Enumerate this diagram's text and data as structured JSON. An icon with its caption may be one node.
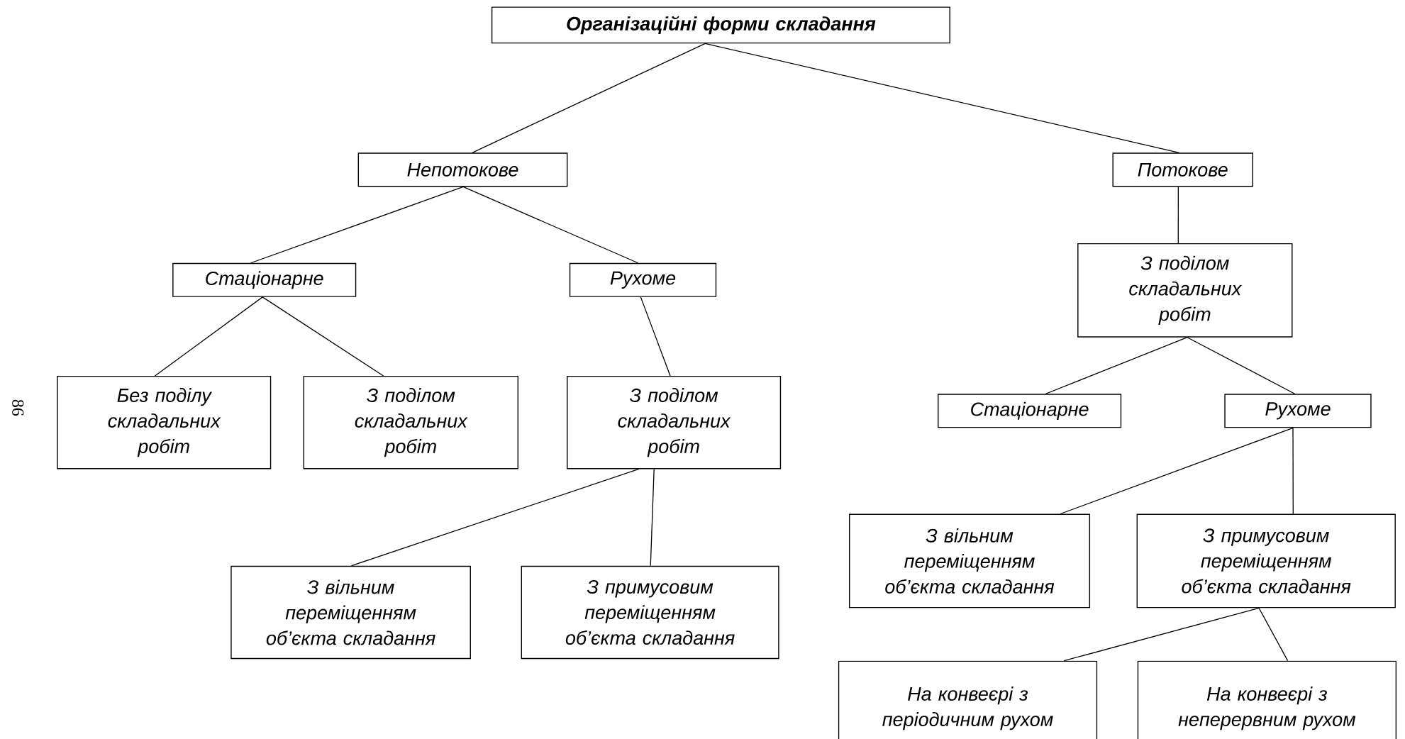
{
  "diagram": {
    "nodes": [
      {
        "text": [
          "Організаційні форми складання"
        ]
      },
      {
        "text": [
          "Непотокове"
        ]
      },
      {
        "text": [
          "Потокове"
        ]
      },
      {
        "text": [
          "Стаціонарне"
        ]
      },
      {
        "text": [
          "Рухоме"
        ]
      },
      {
        "text": [
          "Без поділу складальних робіт"
        ]
      },
      {
        "text": [
          "З поділом складальних робіт"
        ]
      },
      {
        "text": [
          "З поділом складальних робіт"
        ]
      },
      {
        "text": [
          "З вільним переміщенням об’єкта складання"
        ]
      },
      {
        "text": [
          "З примусовим переміщенням об’єкта складання"
        ]
      },
      {
        "text": [
          "З поділом складальних робіт"
        ]
      },
      {
        "text": [
          "Стаціонарне"
        ]
      },
      {
        "text": [
          "Рухоме"
        ]
      },
      {
        "text": [
          "З вільним переміщенням об’єкта складання"
        ]
      },
      {
        "text": [
          "З примусовим переміщенням об’єкта складання"
        ]
      },
      {
        "text": [
          "На конвеєрі з періодичним рухом"
        ]
      },
      {
        "text": [
          "На конвеєрі з неперервним рухом"
        ]
      }
    ],
    "edges": [
      {
        "from": 0,
        "to": 1,
        "arrow": "none"
      },
      {
        "from": 0,
        "to": 2,
        "arrow": "none"
      },
      {
        "from": 1,
        "to": 3,
        "arrow": "none"
      },
      {
        "from": 1,
        "to": 4,
        "arrow": "none"
      },
      {
        "from": 3,
        "to": 5,
        "arrow": "none"
      },
      {
        "from": 3,
        "to": 6,
        "arrow": "none"
      },
      {
        "from": 4,
        "to": 7,
        "arrow": "none"
      },
      {
        "from": 7,
        "to": 8,
        "arrow": "none"
      },
      {
        "from": 7,
        "to": 9,
        "arrow": "none"
      },
      {
        "from": 2,
        "to": 10,
        "arrow": "none"
      },
      {
        "from": 10,
        "to": 11,
        "arrow": "none"
      },
      {
        "from": 10,
        "to": 12,
        "arrow": "none"
      },
      {
        "from": 12,
        "to": 13,
        "arrow": "none"
      },
      {
        "from": 12,
        "to": 14,
        "arrow": "none"
      },
      {
        "from": 14,
        "to": 15,
        "arrow": "none"
      },
      {
        "from": 14,
        "to": 16,
        "arrow": "none"
      }
    ],
    "labels": [
      "86"
    ]
  }
}
